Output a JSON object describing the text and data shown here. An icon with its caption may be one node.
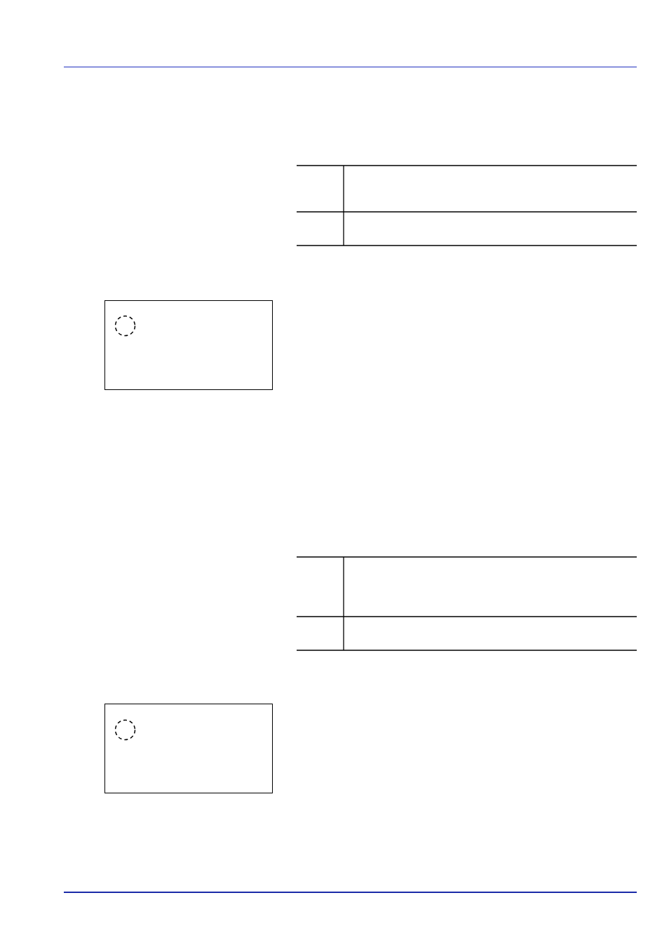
{
  "diagram": {
    "nodes": [
      {
        "text": [],
        "shape": "box"
      },
      {
        "text": [],
        "shape": "circle",
        "in": 0
      },
      {
        "text": [],
        "shape": "box"
      },
      {
        "text": [],
        "shape": "circle",
        "in": 2
      }
    ]
  }
}
